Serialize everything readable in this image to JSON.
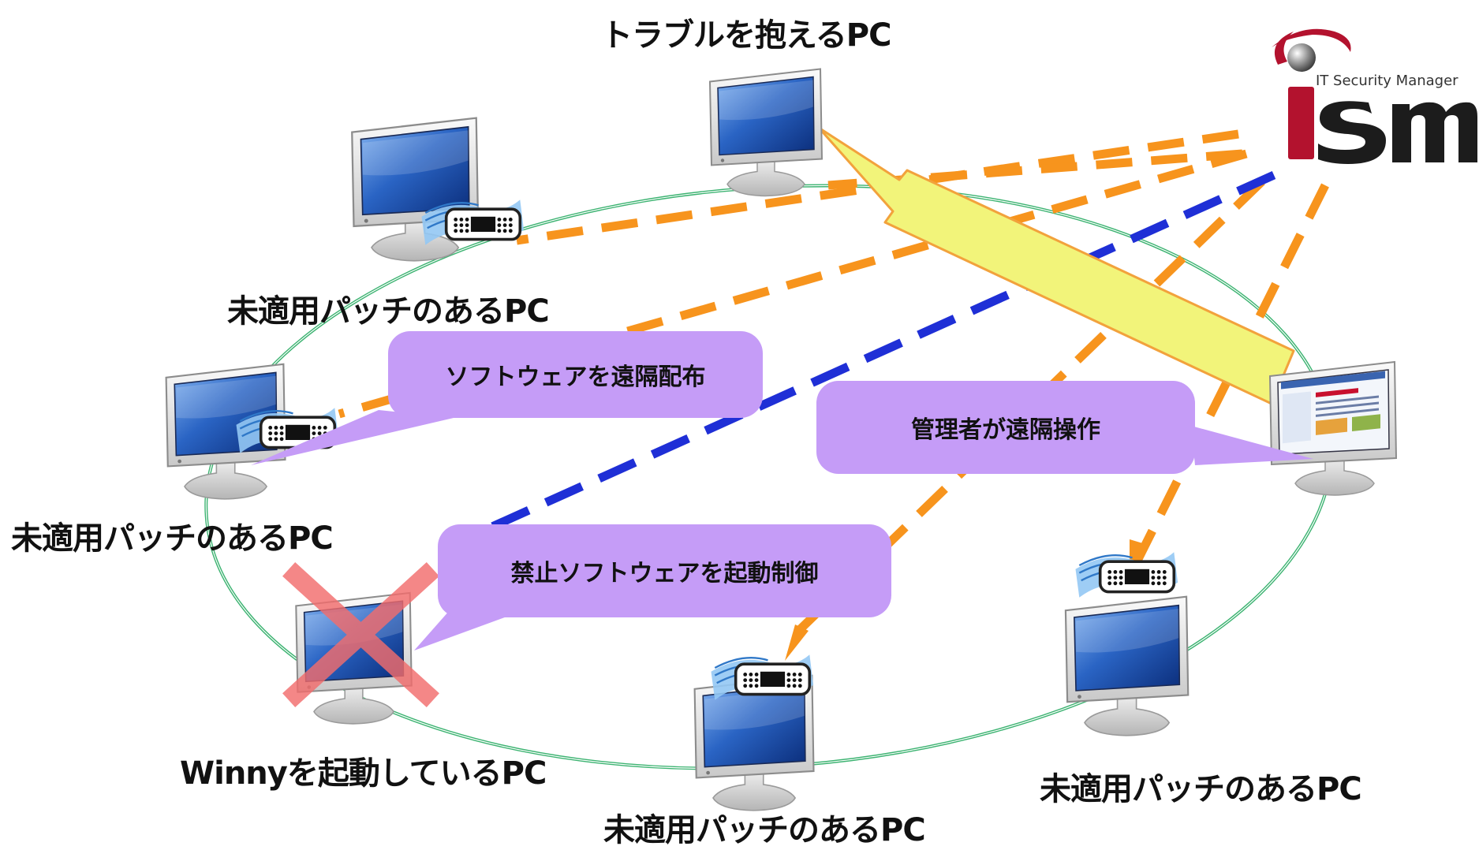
{
  "diagram": {
    "pcs": [
      {
        "id": "trouble",
        "label": "トラブルを抱えるPC",
        "screen": "blue",
        "cable": false,
        "blocked": false,
        "managed": false
      },
      {
        "id": "unpatched-top-left",
        "label": "未適用パッチのあるPC",
        "screen": "blue",
        "cable": true,
        "blocked": false,
        "managed": false
      },
      {
        "id": "unpatched-mid-left",
        "label": "未適用パッチのあるPC",
        "screen": "blue",
        "cable": true,
        "blocked": false,
        "managed": false
      },
      {
        "id": "winny",
        "label": "Winnyを起動しているPC",
        "screen": "blue",
        "cable": false,
        "blocked": true,
        "managed": false
      },
      {
        "id": "unpatched-bottom",
        "label": "未適用パッチのあるPC",
        "screen": "blue",
        "cable": true,
        "blocked": false,
        "managed": false
      },
      {
        "id": "unpatched-bottom-right",
        "label": "未適用パッチのあるPC",
        "screen": "blue",
        "cable": true,
        "blocked": false,
        "managed": false
      },
      {
        "id": "admin",
        "label": "",
        "screen": "web",
        "cable": false,
        "blocked": false,
        "managed": true
      }
    ],
    "callouts": {
      "distribute": "ソフトウェアを遠隔配布",
      "remote_control": "管理者が遠隔操作",
      "block_software": "禁止ソフトウェアを起動制御"
    },
    "logo": {
      "tagline": "IT Security Manager",
      "brand": "ism",
      "brand_color": "#b3122e",
      "brand_dark": "#1c1c1c"
    },
    "colors": {
      "ring": "#3cb371",
      "orange_dash": "#f7941d",
      "blue_dash": "#1f2fd6",
      "arrow_fill": "#f2f47a",
      "arrow_stroke": "#f2a23c",
      "bubble": "#c59cf7",
      "block_x": "#f26d6d"
    }
  }
}
